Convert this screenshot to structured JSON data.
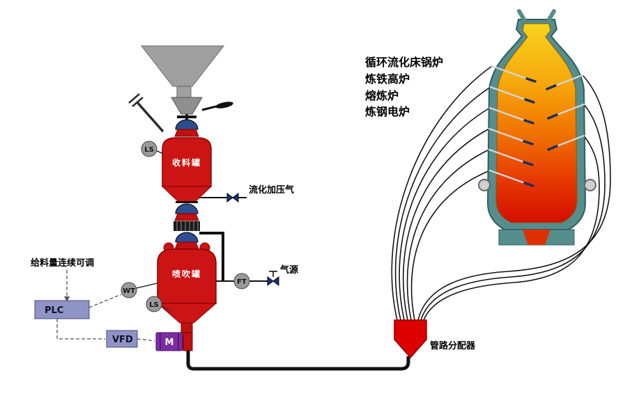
{
  "diagram": {
    "feed_note": "给料量连续可调",
    "vessels": {
      "receiving": "收料罐",
      "injection": "喷吹罐"
    },
    "lines": {
      "fluidizing_gas": "流化加压气",
      "gas_source": "气源"
    },
    "controls": {
      "plc": "PLC",
      "vfd": "VFD",
      "motor": "M"
    },
    "sensors": {
      "ls_top": "LS",
      "wt": "WT",
      "ls_bottom": "LS",
      "ft": "FT"
    },
    "distributor": "管路分配器",
    "applications": [
      "循环流化床锅炉",
      "炼铁高炉",
      "熔炼炉",
      "炼钢电炉"
    ],
    "colors": {
      "vessel_red": "#cc1414",
      "furnace_teal": "#568d8d",
      "flame_top": "#f7d21e",
      "flame_bottom": "#d40f00",
      "motor_purple": "#7a2e9e",
      "control_box": "#8f94c6",
      "valve_blue": "#2e4d8f"
    }
  }
}
